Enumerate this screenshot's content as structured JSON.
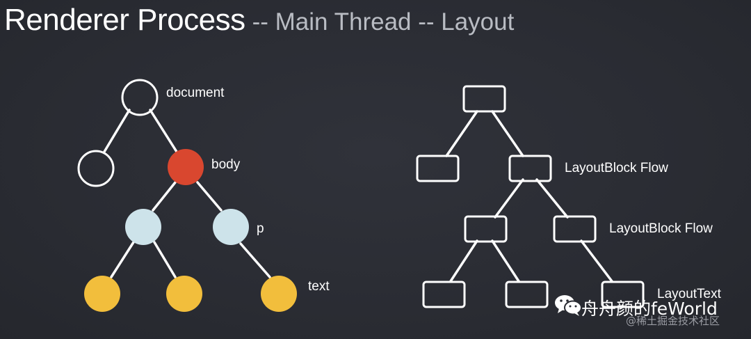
{
  "title": {
    "main": "Renderer Process",
    "sub": "-- Main Thread -- Layout"
  },
  "dom_tree": {
    "labels": {
      "document": "document",
      "body": "body",
      "p": "p",
      "text": "text"
    },
    "colors": {
      "document": "#ffffff",
      "body": "#d9472f",
      "p": "#cde3ea",
      "text": "#f2be3c"
    }
  },
  "layout_tree": {
    "labels": {
      "level1": "LayoutBlock Flow",
      "level2": "LayoutBlock Flow",
      "level3": "LayoutText"
    }
  },
  "watermark": {
    "account": "舟舟颜的feWorld",
    "site": "@稀土掘金技术社区",
    "icon": "wechat-icon"
  }
}
